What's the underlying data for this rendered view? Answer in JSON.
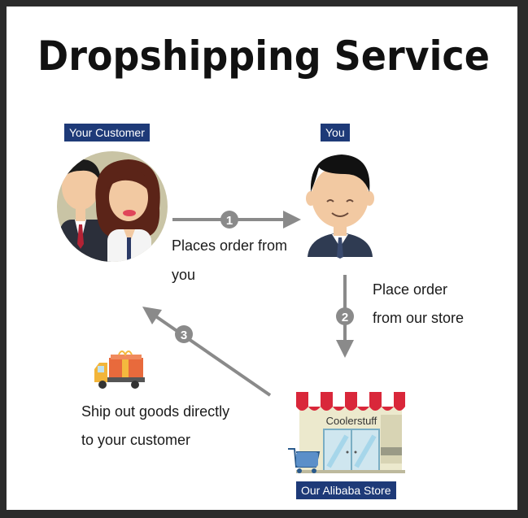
{
  "title": "Dropshipping Service",
  "labels": {
    "customer": "Your Customer",
    "you": "You",
    "store": "Our Alibaba Store"
  },
  "store_sign": "Coolerstuff",
  "steps": [
    {
      "number": "1",
      "text_line1": "Places order from",
      "text_line2": "you"
    },
    {
      "number": "2",
      "text_line1": "Place order",
      "text_line2": "from our store"
    },
    {
      "number": "3",
      "text_line1": "Ship out goods directly",
      "text_line2": "to your customer"
    }
  ],
  "colors": {
    "label_bg": "#1e3a78",
    "arrow": "#8a8a8a",
    "awning_red": "#d9273a",
    "suit": "#2f3b52"
  }
}
